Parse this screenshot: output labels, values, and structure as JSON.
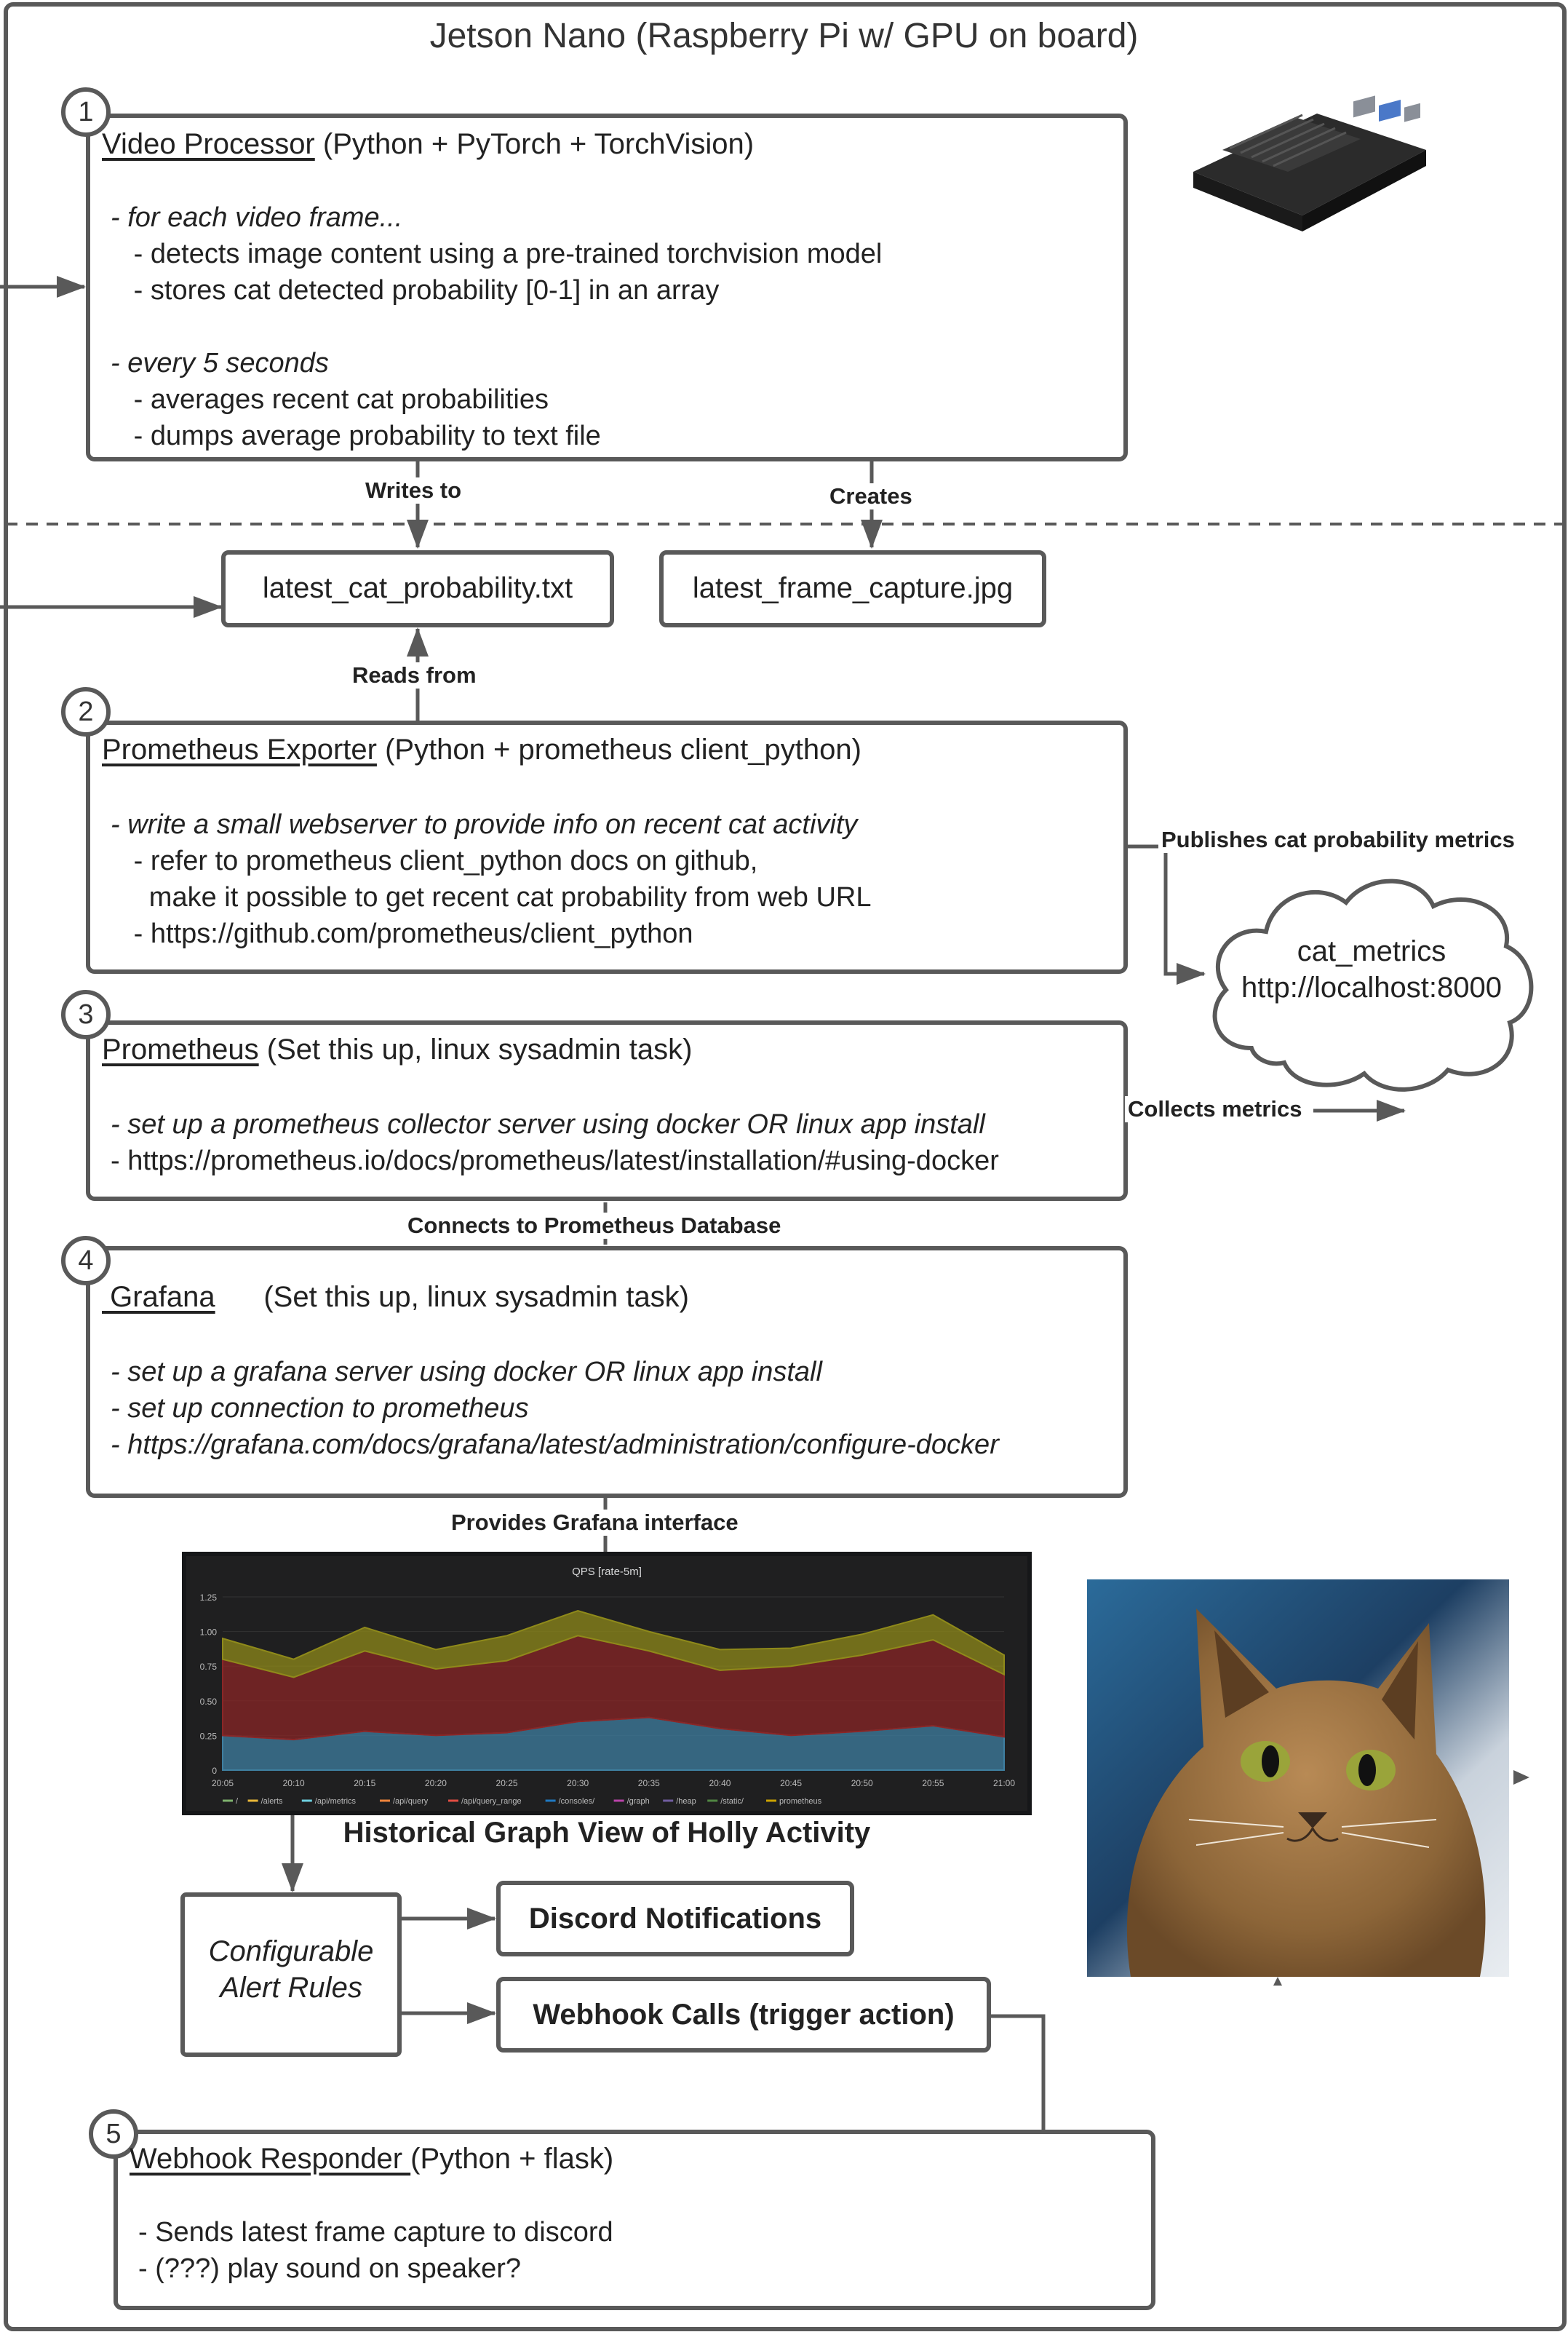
{
  "title": "Jetson Nano (Raspberry Pi w/ GPU on board)",
  "video_processor": {
    "number": "1",
    "name": "Video Processor",
    "stack": " (Python + PyTorch + TorchVision)",
    "line1": "- for each video frame...",
    "line2": "   - detects image content using a pre-trained torchvision model",
    "line3": "   - stores cat detected probability [0-1] in an array",
    "line4": "- every 5 seconds",
    "line5": "   - averages recent cat probabilities",
    "line6": "   - dumps average probability to text file"
  },
  "edges": {
    "writes_to": "Writes to",
    "creates": "Creates",
    "reads_from": "Reads from",
    "publishes": "Publishes cat probability metrics",
    "collects": "Collects metrics",
    "connects": "Connects to Prometheus Database",
    "provides": "Provides Grafana interface"
  },
  "files": {
    "probability": "latest_cat_probability.txt",
    "frame": "latest_frame_capture.jpg"
  },
  "exporter": {
    "number": "2",
    "name": "Prometheus Exporter",
    "stack": " (Python + prometheus client_python)",
    "line1": "- write a small webserver to provide info on recent cat activity",
    "line2": "   - refer to prometheus client_python docs on github,",
    "line3": "     make it possible to get recent cat probability from web URL",
    "line4": "   - https://github.com/prometheus/client_python"
  },
  "cloud": {
    "line1": "cat_metrics",
    "line2": "http://localhost:8000"
  },
  "prometheus": {
    "number": "3",
    "name": "Prometheus",
    "stack": " (Set this up, linux sysadmin task)",
    "line1": "- set up a prometheus collector server using docker OR linux app install",
    "line2": "- https://prometheus.io/docs/prometheus/latest/installation/#using-docker"
  },
  "grafana": {
    "number": "4",
    "name": " Grafana",
    "stack": "      (Set this up, linux sysadmin task)",
    "line1": "- set up a grafana server using docker OR linux app install",
    "line2": "- set up connection to prometheus",
    "line3": "- https://grafana.com/docs/grafana/latest/administration/configure-docker"
  },
  "graph_caption": "Historical Graph View of Holly Activity",
  "alert_rules": {
    "line1": "Configurable",
    "line2": "Alert Rules"
  },
  "discord": "Discord Notifications",
  "webhook_calls": "Webhook Calls (trigger action)",
  "responder": {
    "number": "5",
    "name": "Webhook Responder ",
    "stack": "(Python + flask)",
    "line1": "- Sends latest frame capture to discord",
    "line2": "- (???) play sound on speaker?"
  },
  "chart_data": {
    "type": "area",
    "title": "QPS [rate-5m]",
    "x": [
      "20:05",
      "20:10",
      "20:15",
      "20:20",
      "20:25",
      "20:30",
      "20:35",
      "20:40",
      "20:45",
      "20:50",
      "20:55",
      "21:00"
    ],
    "ylim": [
      0,
      1.25
    ],
    "yticks": [
      "0",
      "0.25",
      "0.50",
      "0.75",
      "1.00",
      "1.25"
    ],
    "stacked": true,
    "legend": [
      "/",
      "/alerts",
      "/api/metrics",
      "/api/query",
      "/api/query_range",
      "/consoles/",
      "/graph",
      "/heap",
      "/static/",
      "prometheus"
    ],
    "series": [
      {
        "name": "/api/metrics",
        "color": "#3f7fa0",
        "values": [
          0.25,
          0.22,
          0.28,
          0.25,
          0.27,
          0.35,
          0.38,
          0.3,
          0.25,
          0.28,
          0.32,
          0.24
        ]
      },
      {
        "name": "/api/query",
        "color": "#8a2626",
        "values": [
          0.55,
          0.45,
          0.58,
          0.48,
          0.52,
          0.62,
          0.48,
          0.42,
          0.5,
          0.55,
          0.62,
          0.45
        ]
      },
      {
        "name": "prometheus",
        "color": "#8f8a1a",
        "values": [
          0.15,
          0.13,
          0.17,
          0.14,
          0.18,
          0.18,
          0.14,
          0.15,
          0.13,
          0.15,
          0.18,
          0.14
        ]
      }
    ],
    "legend_colors": [
      "#7eb26d",
      "#eab839",
      "#6ed0e0",
      "#ef843c",
      "#e24d42",
      "#1f78c1",
      "#ba43a9",
      "#705da0",
      "#508642",
      "#cca300"
    ]
  }
}
